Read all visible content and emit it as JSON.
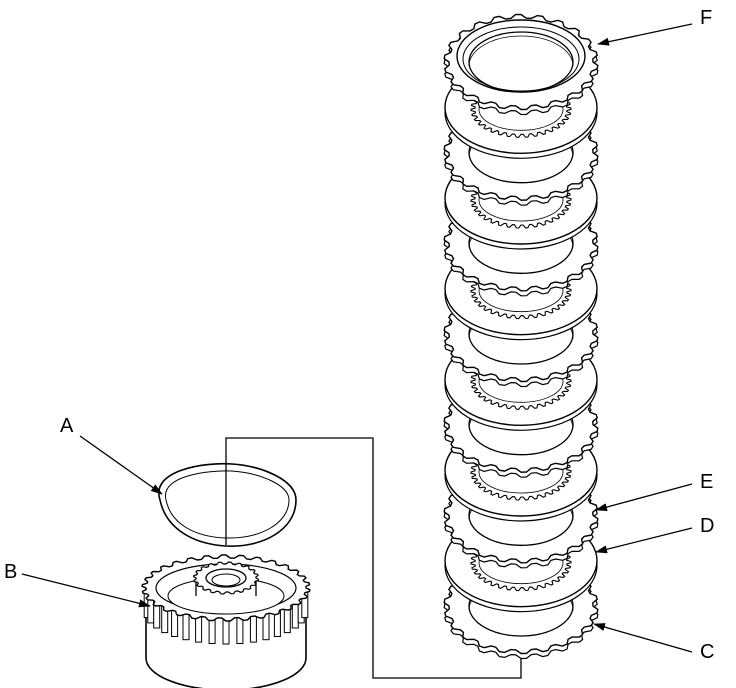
{
  "callouts": {
    "a": "A",
    "b": "B",
    "c": "C",
    "d": "D",
    "e": "E",
    "f": "F"
  },
  "parts": {
    "a": "snap-ring",
    "b": "clutch-drum",
    "c": "clutch-plate",
    "d": "friction-disc",
    "e": "clutch-plate",
    "f": "end-plate"
  },
  "stack": [
    {
      "kind": "plate"
    },
    {
      "kind": "disc"
    },
    {
      "kind": "plate"
    },
    {
      "kind": "disc"
    },
    {
      "kind": "plate"
    },
    {
      "kind": "disc"
    },
    {
      "kind": "plate"
    },
    {
      "kind": "disc"
    },
    {
      "kind": "plate"
    },
    {
      "kind": "disc"
    },
    {
      "kind": "plate"
    },
    {
      "kind": "disc"
    },
    {
      "kind": "plate"
    }
  ],
  "colors": {
    "line": "#000000",
    "background": "#ffffff"
  }
}
